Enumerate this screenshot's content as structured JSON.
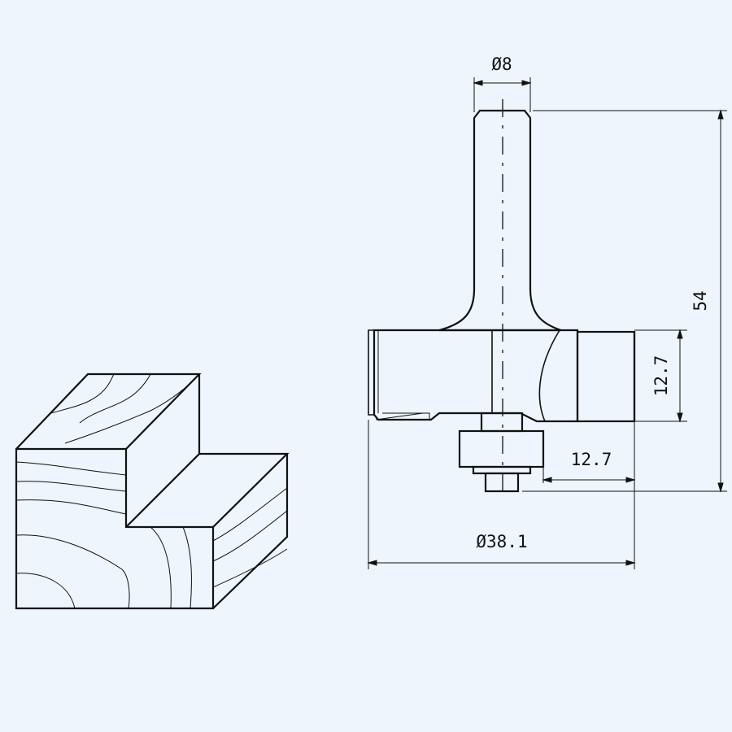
{
  "dimensions": {
    "shank_diameter": "Ø8",
    "overall_length": "54",
    "cut_height": "12.7",
    "cut_depth": "12.7",
    "cutting_diameter": "Ø38.1"
  },
  "colors": {
    "background": "#eef5fc",
    "line": "#111111",
    "fill": "#eef5fc"
  }
}
